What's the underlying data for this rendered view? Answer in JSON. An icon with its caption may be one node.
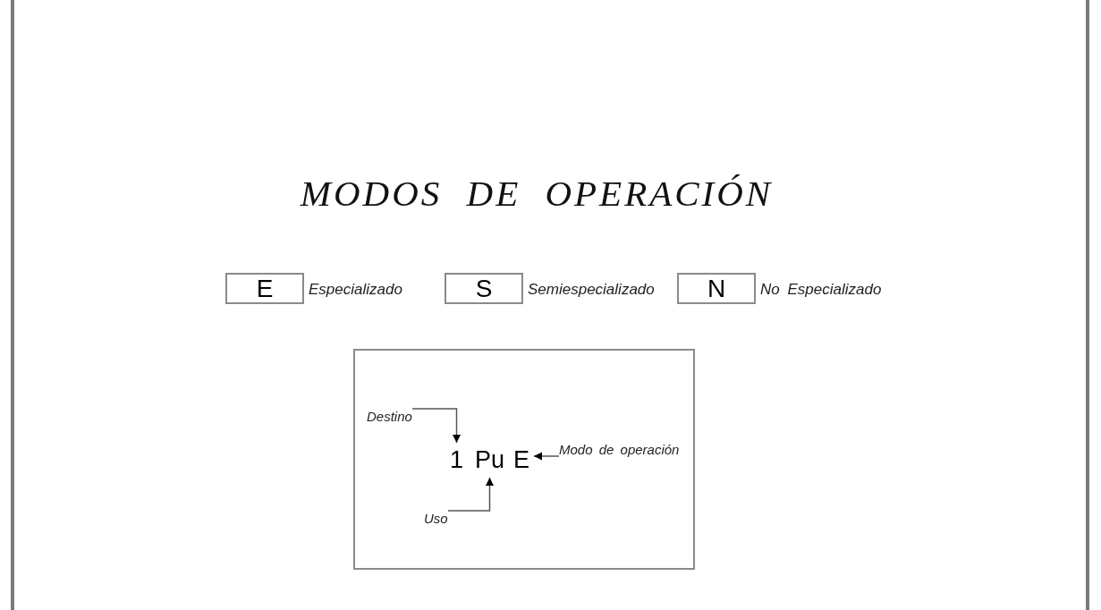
{
  "diagram": {
    "title": "MODOS DE OPERACIÓN",
    "nodes": [
      {
        "text": [
          "E"
        ],
        "beside": [
          "Especializado"
        ]
      },
      {
        "text": [
          "S"
        ],
        "beside": [
          "Semiespecializado"
        ]
      },
      {
        "text": [
          "N"
        ],
        "beside": [
          "No Especializado"
        ]
      },
      {
        "text": [],
        "shape": "box"
      },
      {
        "text": [
          "Destino"
        ],
        "in": 3
      },
      {
        "text": [
          "1"
        ],
        "in": 3
      },
      {
        "text": [
          "Pu"
        ],
        "in": 3
      },
      {
        "text": [
          "E"
        ],
        "in": 3
      },
      {
        "text": [
          "Modo de operación"
        ],
        "in": 3
      },
      {
        "text": [
          "Uso"
        ],
        "in": 3
      }
    ],
    "edges": [
      {
        "from": 4,
        "to": 5,
        "arrow": "to"
      },
      {
        "from": 9,
        "to": 6,
        "arrow": "to"
      },
      {
        "from": 8,
        "to": 7,
        "arrow": "to"
      }
    ]
  }
}
